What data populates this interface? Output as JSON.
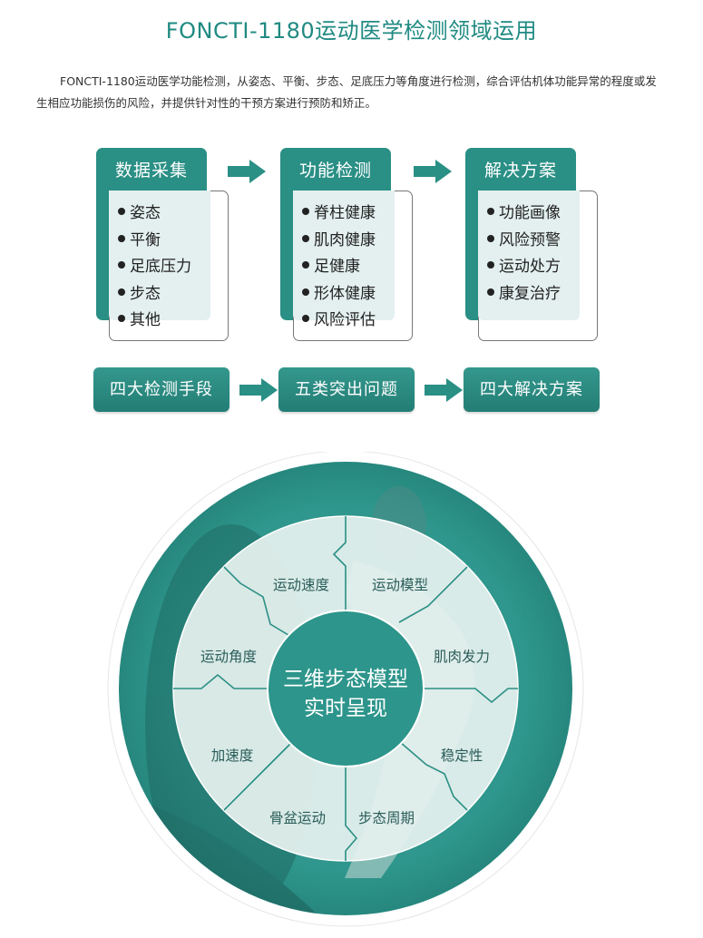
{
  "title": "FONCTI-1180运动医学检测领域运用",
  "intro": "FONCTI-1180运动医学功能检测，从姿态、平衡、步态、足底压力等角度进行检测，综合评估机体功能异常的程度或发生相应功能损伤的风险，并提供针对性的干预方案进行预防和矫正。",
  "colors": {
    "accent": "#2a8f85",
    "title": "#1f8a82",
    "tint": "#e3f0ef"
  },
  "cards": [
    {
      "title": "数据采集",
      "items": [
        "姿态",
        "平衡",
        "足底压力",
        "步态",
        "其他"
      ]
    },
    {
      "title": "功能检测",
      "items": [
        "脊柱健康",
        "肌肉健康",
        "足健康",
        "形体健康",
        "风险评估"
      ]
    },
    {
      "title": "解决方案",
      "items": [
        "功能画像",
        "风险预警",
        "运动处方",
        "康复治疗"
      ]
    }
  ],
  "pills": [
    "四大检测手段",
    "五类突出问题",
    "四大解决方案"
  ],
  "icons": [
    "arrow-right-icon"
  ],
  "wheel": {
    "center_line1": "三维步态模型",
    "center_line2": "实时呈现",
    "segments": [
      "运动速度",
      "运动模型",
      "肌肉发力",
      "稳定性",
      "步态周期",
      "骨盆运动",
      "加速度",
      "运动角度"
    ]
  }
}
